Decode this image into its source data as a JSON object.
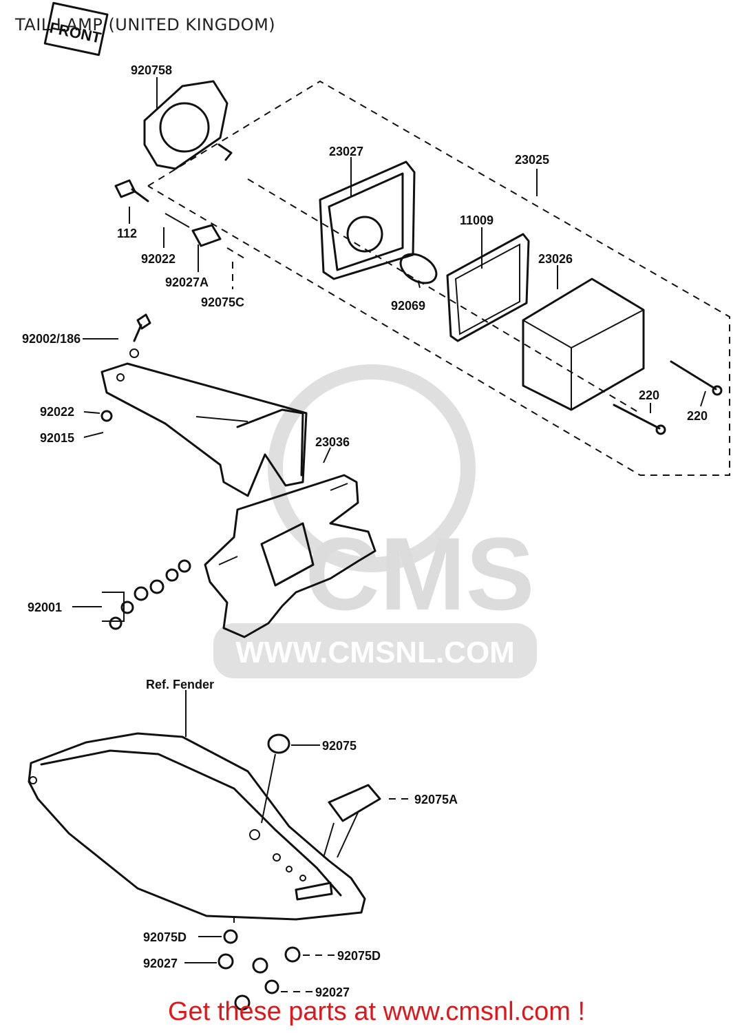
{
  "title": "TAIL LAMP (UNITED KINGDOM)",
  "front_stamp": "FRONT",
  "watermark": {
    "logo": "CMS",
    "url": "WWW.CMSNL.COM"
  },
  "footer": "Get these parts at www.cmsnl.com !",
  "colors": {
    "footer_text": "#e0161a",
    "line": "#111111",
    "watermark": "#d8d8d8"
  },
  "labels": {
    "p920758": "920758",
    "p112": "112",
    "p92022_top": "92022",
    "p92027A": "92027A",
    "p92075C": "92075C",
    "p23027": "23027",
    "p23025": "23025",
    "p11009": "11009",
    "p23026": "23026",
    "p92069": "92069",
    "p92002_186": "92002/186",
    "p92022_mid": "92022",
    "p92015": "92015",
    "p23036": "23036",
    "p220_a": "220",
    "p220_b": "220",
    "p92001": "92001",
    "ref_fender": "Ref. Fender",
    "p92075": "92075",
    "p92075A": "92075A",
    "p92075D_a": "92075D",
    "p92075D_b": "92075D",
    "p92027_a": "92027",
    "p92027_b": "92027"
  }
}
